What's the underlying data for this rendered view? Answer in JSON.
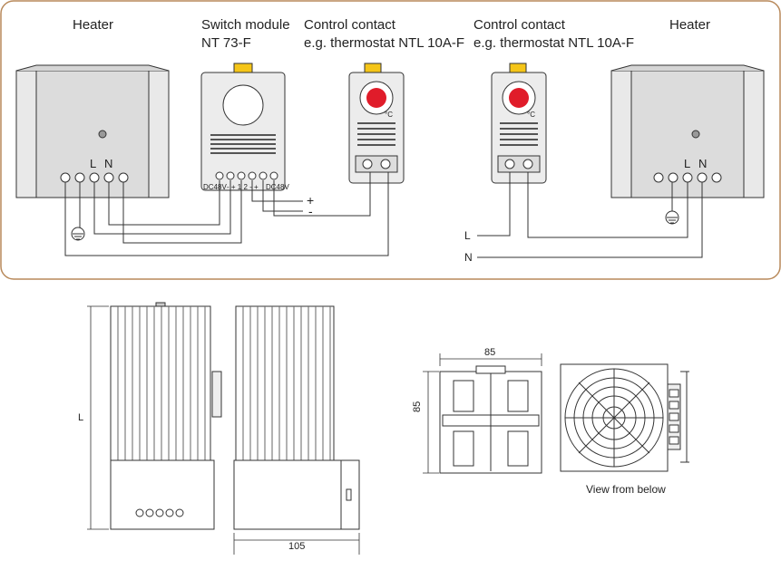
{
  "wiring": {
    "left_heater": "Heater",
    "switch_module_line1": "Switch module",
    "switch_module_line2": "NT 73-F",
    "control_left_line1": "Control contact",
    "control_left_line2": "e.g. thermostat NTL 10A-F",
    "control_right_line1": "Control contact",
    "control_right_line2": "e.g. thermostat NTL 10A-F",
    "right_heater": "Heater",
    "plus": "+",
    "minus": "-",
    "line_L": "L",
    "line_N": "N",
    "terminal_L": "L",
    "terminal_N": "N",
    "module_left": "DC48V",
    "module_right": "DC48V",
    "module_marks": "- + 1 2 - +",
    "thermo_unit": "°C"
  },
  "dimensions": {
    "length_label": "L",
    "width_label": "105",
    "top_width": "85",
    "top_height": "85",
    "view_caption": "View from below"
  },
  "colors": {
    "frame_border": "#b8895a",
    "device_fill": "#e8e8e8",
    "dial_red": "#e01c2a",
    "clip_yellow": "#f5c518"
  }
}
